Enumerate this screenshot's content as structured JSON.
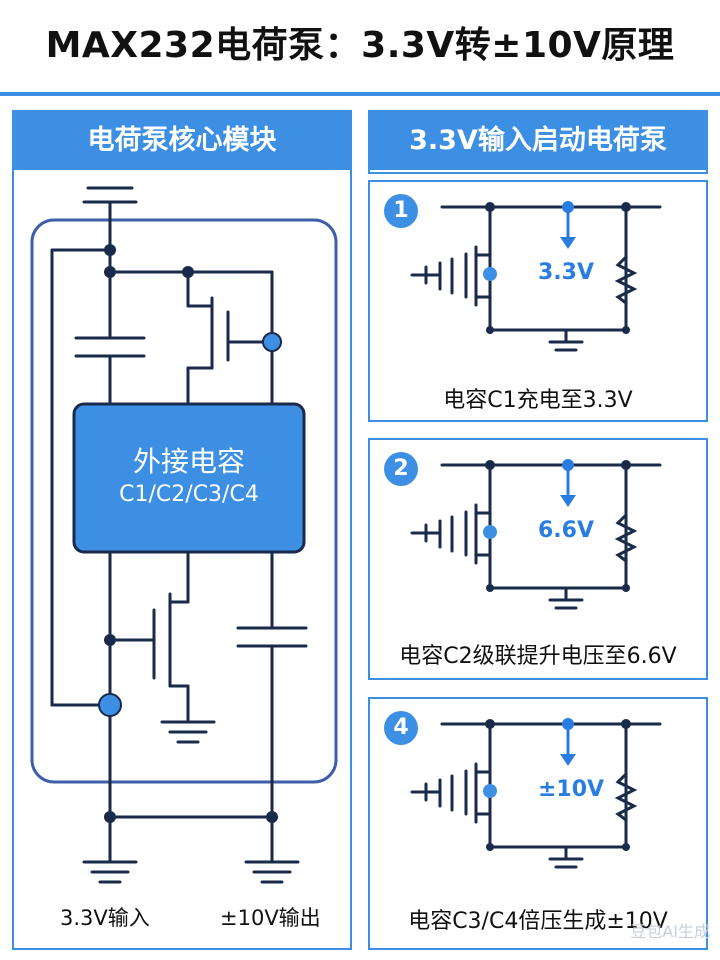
{
  "title": "MAX232电荷泵：3.3V转±10V原理",
  "left_panel": {
    "header": "电荷泵核心模块",
    "chip_line1": "外接电容",
    "chip_line2": "C1/C2/C3/C4",
    "input_label": "3.3V输入",
    "output_label": "±10V输出"
  },
  "right_panel": {
    "header": "3.3V输入启动电荷泵",
    "steps": [
      {
        "badge": "1",
        "voltage": "3.3V",
        "caption": "电容C1充电至3.3V"
      },
      {
        "badge": "2",
        "voltage": "6.6V",
        "caption": "电容C2级联提升电压至6.6V"
      },
      {
        "badge": "4",
        "voltage": "±10V",
        "caption": "电容C3/C4倍压生成±10V"
      }
    ]
  },
  "watermark": "豆包AI生成",
  "colors": {
    "accent": "#3d8fe4",
    "wire": "#1a2a4a",
    "chip": "#3d8fe4",
    "label_blue": "#2a7de0"
  }
}
